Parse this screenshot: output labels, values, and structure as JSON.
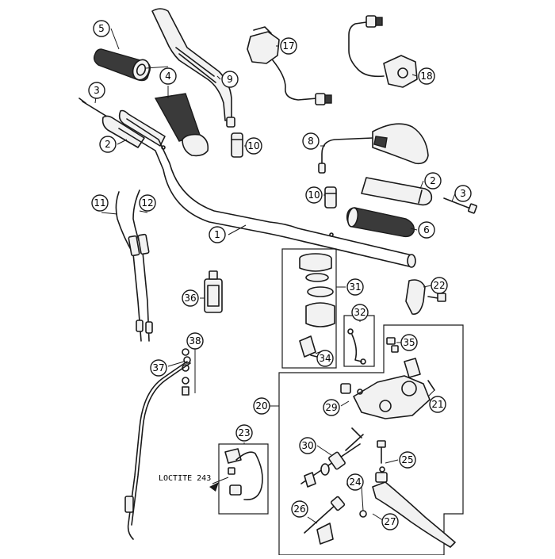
{
  "diagram": {
    "note": "LOCTITE 243",
    "callouts": [
      {
        "id": "c5",
        "number": "5"
      },
      {
        "id": "c4",
        "number": "4"
      },
      {
        "id": "c9",
        "number": "9"
      },
      {
        "id": "c3a",
        "number": "3"
      },
      {
        "id": "c2a",
        "number": "2"
      },
      {
        "id": "c10a",
        "number": "10"
      },
      {
        "id": "c17",
        "number": "17"
      },
      {
        "id": "c18",
        "number": "18"
      },
      {
        "id": "c8",
        "number": "8"
      },
      {
        "id": "c2b",
        "number": "2"
      },
      {
        "id": "c3b",
        "number": "3"
      },
      {
        "id": "c10b",
        "number": "10"
      },
      {
        "id": "c6",
        "number": "6"
      },
      {
        "id": "c11",
        "number": "11"
      },
      {
        "id": "c12",
        "number": "12"
      },
      {
        "id": "c1",
        "number": "1"
      },
      {
        "id": "c31",
        "number": "31"
      },
      {
        "id": "c36",
        "number": "36"
      },
      {
        "id": "c22",
        "number": "22"
      },
      {
        "id": "c32",
        "number": "32"
      },
      {
        "id": "c34",
        "number": "34"
      },
      {
        "id": "c35",
        "number": "35"
      },
      {
        "id": "c38",
        "number": "38"
      },
      {
        "id": "c37",
        "number": "37"
      },
      {
        "id": "c21",
        "number": "21"
      },
      {
        "id": "c20",
        "number": "20"
      },
      {
        "id": "c29",
        "number": "29"
      },
      {
        "id": "c23",
        "number": "23"
      },
      {
        "id": "c30",
        "number": "30"
      },
      {
        "id": "c25",
        "number": "25"
      },
      {
        "id": "c24",
        "number": "24"
      },
      {
        "id": "c26",
        "number": "26"
      },
      {
        "id": "c27",
        "number": "27"
      }
    ]
  }
}
